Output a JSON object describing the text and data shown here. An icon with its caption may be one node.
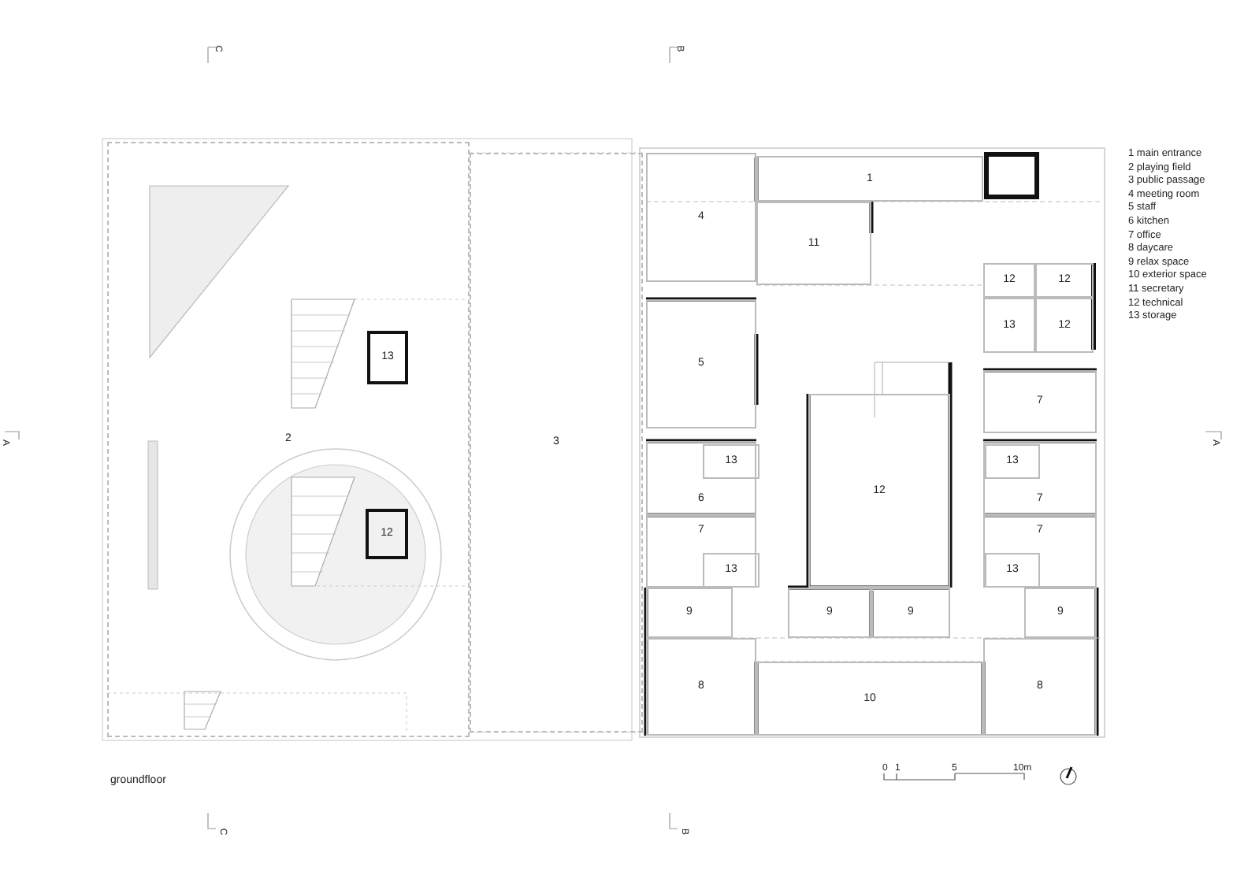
{
  "diagram": {
    "caption": "groundfloor",
    "nodes": [
      {
        "text": [
          "1"
        ]
      },
      {
        "text": [
          "2"
        ]
      },
      {
        "text": [
          "13"
        ],
        "in": 1
      },
      {
        "text": [
          "12"
        ],
        "in": 1
      },
      {
        "text": [
          "3"
        ]
      },
      {
        "text": [
          "4"
        ]
      },
      {
        "text": [
          "11"
        ]
      },
      {
        "text": [
          "12"
        ]
      },
      {
        "text": [
          "12"
        ]
      },
      {
        "text": [
          "13"
        ]
      },
      {
        "text": [
          "12"
        ]
      },
      {
        "text": [
          "5"
        ]
      },
      {
        "text": [
          "7"
        ]
      },
      {
        "text": [
          "13"
        ],
        "in": 16
      },
      {
        "text": [
          "12"
        ]
      },
      {
        "text": [
          "13"
        ],
        "in": 17
      },
      {
        "text": [
          "6"
        ]
      },
      {
        "text": [
          "7"
        ]
      },
      {
        "text": [
          "7"
        ]
      },
      {
        "text": [
          "7"
        ]
      },
      {
        "text": [
          "13"
        ],
        "in": 18
      },
      {
        "text": [
          "13"
        ],
        "in": 19
      },
      {
        "text": [
          "9"
        ]
      },
      {
        "text": [
          "9"
        ]
      },
      {
        "text": [
          "9"
        ]
      },
      {
        "text": [
          "9"
        ]
      },
      {
        "text": [
          "8"
        ]
      },
      {
        "text": [
          "10"
        ]
      },
      {
        "text": [
          "8"
        ]
      }
    ],
    "labels": [
      "C",
      "B",
      "1 main entrance",
      "2 playing field",
      "3 public passage",
      "4 meeting room",
      "5 staff",
      "6 kitchen",
      "7 office",
      "8 daycare",
      "9 relax space",
      "10 exterior space",
      "11 secretary",
      "12 technical",
      "13 storage",
      "A",
      "A",
      "0",
      "1",
      "5",
      "10m",
      "C",
      "B"
    ]
  }
}
